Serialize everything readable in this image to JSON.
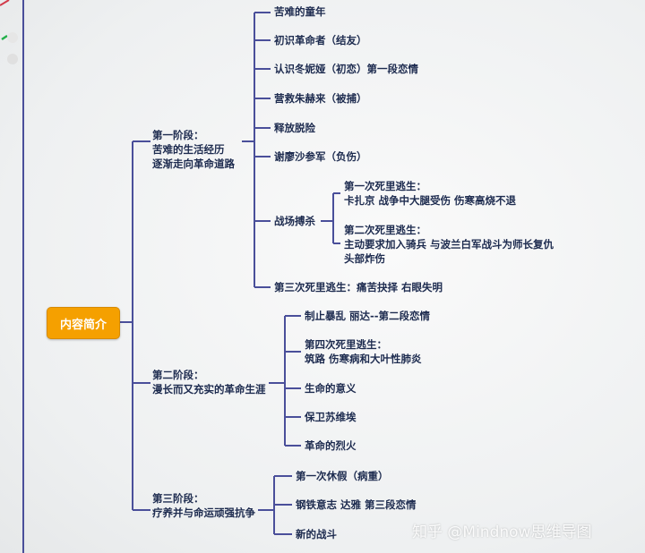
{
  "root": {
    "label": "内容简介"
  },
  "colors": {
    "line": "#4a4f9a",
    "root_bg": "#f5a000",
    "text": "#1d2b4f"
  },
  "stage1": {
    "label": [
      "第一阶段：",
      "苦难的生活经历",
      "逐渐走向革命道路"
    ],
    "children": [
      "苦难的童年",
      "初识革命者（结友）",
      "认识冬妮娅（初恋）第一段恋情",
      "营救朱赫来（被捕）",
      "释放脱险",
      "谢廖沙参军（负伤）",
      "战场搏杀",
      "第三次死里逃生：痛苦抉择   右眼失明"
    ],
    "battle": [
      [
        "第一次死里逃生：",
        "卡扎京 战争中大腿受伤 伤寒高烧不退"
      ],
      [
        "第二次死里逃生：",
        "主动要求加入骑兵 与波兰白军战斗为师长复仇",
        "头部炸伤"
      ]
    ]
  },
  "stage2": {
    "label": [
      "第二阶段：",
      "漫长而又充实的革命生涯"
    ],
    "children": [
      [
        "制止暴乱  丽达--第二段恋情"
      ],
      [
        "第四次死里逃生：",
        "筑路 伤寒病和大叶性肺炎"
      ],
      [
        "生命的意义"
      ],
      [
        "保卫苏维埃"
      ],
      [
        "革命的烈火"
      ]
    ]
  },
  "stage3": {
    "label": [
      "第三阶段：",
      "疗养并与命运顽强抗争"
    ],
    "children": [
      "第一次休假（病重）",
      "钢铁意志 达雅   第三段恋情",
      "新的战斗"
    ]
  },
  "watermark": "知乎 @Mindnow思维导图"
}
